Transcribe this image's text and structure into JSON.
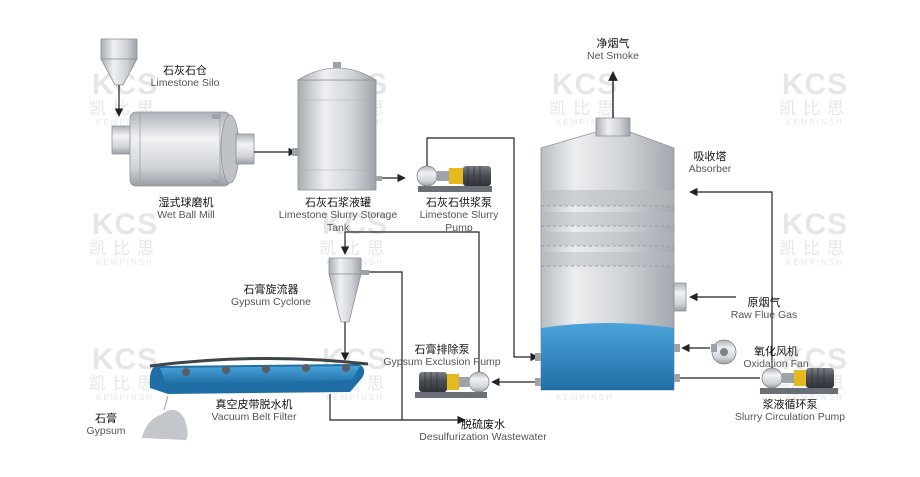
{
  "watermark": {
    "logo": "KCS",
    "cn": "凯比思",
    "en": "KEMPINSH"
  },
  "colors": {
    "steel": "#c9cdd2",
    "slurry": "#2f86c2",
    "line": "#222222",
    "motor": "#555a60",
    "accent": "#e6b91f"
  },
  "labels": {
    "limestone_silo": {
      "zh": "石灰石仓",
      "en": "Limestone Silo"
    },
    "wet_ball_mill": {
      "zh": "湿式球磨机",
      "en": "Wet Ball Mill"
    },
    "slurry_tank": {
      "zh": "石灰石浆液罐",
      "en": "Limestone Slurry Storage Tank"
    },
    "slurry_pump": {
      "zh": "石灰石供浆泵",
      "en": "Limestone Slurry Pump"
    },
    "gypsum_cyclone": {
      "zh": "石膏旋流器",
      "en": "Gypsum Cyclone"
    },
    "gypsum_exclusion_pump": {
      "zh": "石膏排除泵",
      "en": "Gypsum Exclusion Pump"
    },
    "vacuum_belt_filter": {
      "zh": "真空皮带脱水机",
      "en": "Vacuum Belt Filter"
    },
    "gypsum": {
      "zh": "石膏",
      "en": "Gypsum"
    },
    "wastewater": {
      "zh": "脱硫废水",
      "en": "Desulfurization Wastewater"
    },
    "net_smoke": {
      "zh": "净烟气",
      "en": "Net Smoke"
    },
    "absorber": {
      "zh": "吸收塔",
      "en": "Absorber"
    },
    "raw_flue_gas": {
      "zh": "原烟气",
      "en": "Raw Flue Gas"
    },
    "oxidation_fan": {
      "zh": "氧化风机",
      "en": "Oxidation Fan"
    },
    "circulation_pump": {
      "zh": "浆液循环泵",
      "en": "Slurry Circulation Pump"
    }
  }
}
